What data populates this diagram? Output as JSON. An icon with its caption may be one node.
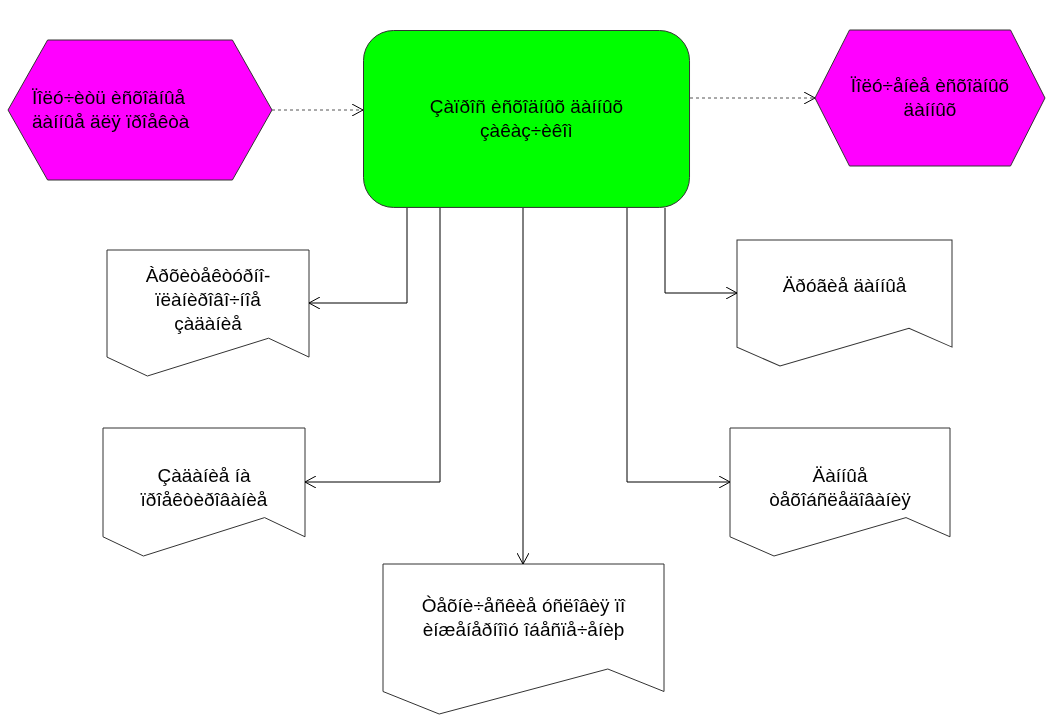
{
  "diagram": {
    "nodes": [
      {
        "text": [
          "Ïîëó÷èòü èñõîäíûå äàííûå äëÿ ïðîåêòà"
        ]
      },
      {
        "text": [
          "Çàïðîñ èñõîäíûõ äàííûõ çàêàç÷èêîì"
        ]
      },
      {
        "text": [
          "Ïîëó÷åíèå èñõîäíûõ äàííûõ"
        ]
      },
      {
        "text": [
          "Àðõèòåêòóðíî-ïëàíèðîâî÷íîå çàäàíèå"
        ]
      },
      {
        "text": [
          "Äðóãèå äàííûå"
        ]
      },
      {
        "text": [
          "Çàäàíèå íà ïðîåêòèðîâàíèå"
        ]
      },
      {
        "text": [
          "Äàííûå òåõîáñëåäîâàíèÿ"
        ]
      },
      {
        "text": [
          "Òåõíè÷åñêèå óñëîâèÿ ïî èíæåíåðíîìó îáåñïå÷åíèþ"
        ]
      }
    ],
    "edges": [
      {
        "from": 0,
        "to": 1,
        "arrow": "to",
        "style": "dashed"
      },
      {
        "from": 1,
        "to": 2,
        "arrow": "to",
        "style": "dashed"
      },
      {
        "from": 1,
        "to": 3,
        "arrow": "to"
      },
      {
        "from": 1,
        "to": 4,
        "arrow": "to"
      },
      {
        "from": 1,
        "to": 5,
        "arrow": "to"
      },
      {
        "from": 1,
        "to": 6,
        "arrow": "to"
      },
      {
        "from": 1,
        "to": 7,
        "arrow": "to"
      }
    ]
  }
}
